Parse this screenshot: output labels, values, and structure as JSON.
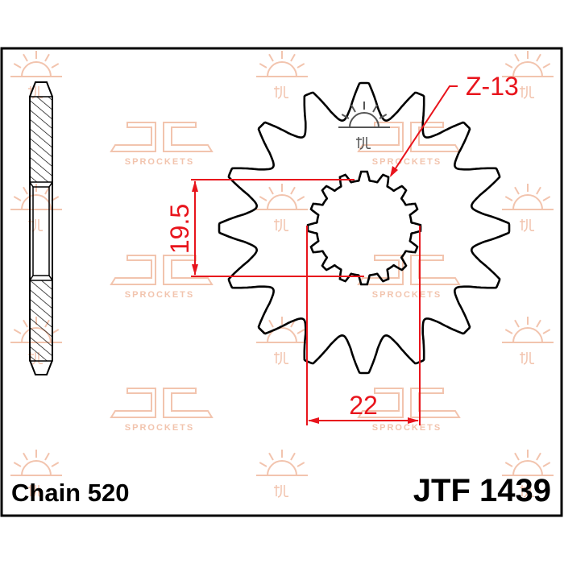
{
  "diagram": {
    "tooth_label": "Z-13",
    "dimension_vertical": "19.5",
    "dimension_horizontal": "22",
    "chain_label": "Chain 520",
    "part_number": "JTF 1439",
    "watermark_text": "SPROCKETS",
    "watermark_logo": "JT",
    "colors": {
      "outline": "#000000",
      "dimension": "#e8141c",
      "watermark": "#f2c4ae"
    },
    "icons": [
      "sun-logo-icon",
      "jt-sprockets-logo"
    ]
  }
}
